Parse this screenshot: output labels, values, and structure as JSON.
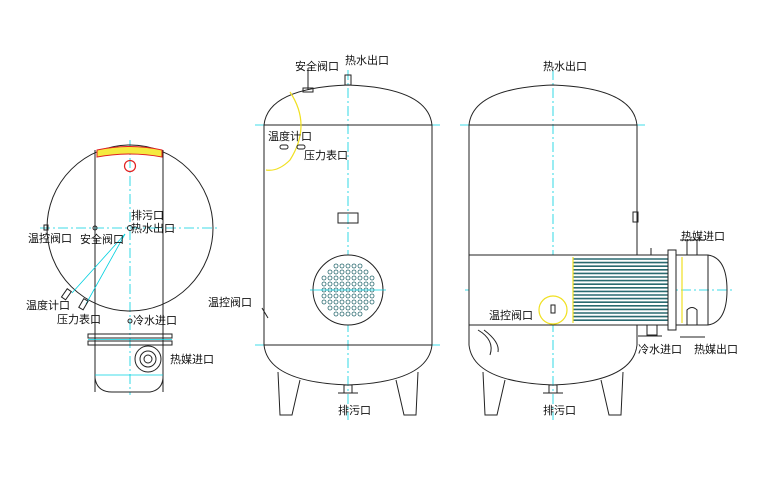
{
  "left_view": {
    "labels": {
      "drain": "排污口",
      "hot_water_outlet": "热水出口",
      "temp_control_valve": "温控阀口",
      "safety_valve": "安全阀口",
      "thermometer": "温度计口",
      "pressure_gauge": "压力表口",
      "cold_water_inlet": "冷水进口",
      "heat_medium_inlet": "热媒进口"
    }
  },
  "middle_view": {
    "labels": {
      "safety_valve": "安全阀口",
      "hot_water_outlet": "热水出口",
      "thermometer": "温度计口",
      "pressure_gauge": "压力表口",
      "temp_control_valve": "温控阀口",
      "drain": "排污口"
    }
  },
  "right_view": {
    "labels": {
      "hot_water_outlet": "热水出口",
      "heat_medium_inlet": "热媒进口",
      "temp_control_valve": "温控阀口",
      "cold_water_inlet": "冷水进口",
      "heat_medium_outlet": "热媒出口",
      "drain": "排污口"
    }
  },
  "colors": {
    "outline": "#222222",
    "centerline": "#00d0e0",
    "highlight": "#f0e020",
    "accent": "#e02020",
    "tubes": "#2a6a70"
  }
}
